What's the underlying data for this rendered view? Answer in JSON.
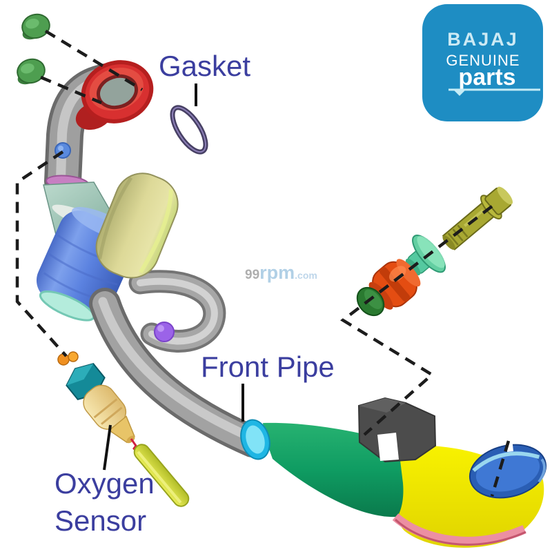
{
  "labels": {
    "gasket": "Gasket",
    "front_pipe": "Front Pipe",
    "oxygen_sensor_line1": "Oxygen",
    "oxygen_sensor_line2": "Sensor",
    "text_color": "#3b3e9f"
  },
  "watermark": {
    "num": "99",
    "name": "rpm",
    "tld": ".com",
    "num_color": "#a6a6a6",
    "name_color": "#a9cbe4",
    "tld_color": "#b7d2e8"
  },
  "logo": {
    "brand": "BAJAJ",
    "line1": "GENUINE",
    "line2": "parts",
    "background": "#1e8dc3",
    "brand_color": "#cdeaf4",
    "text_color": "#ffffff",
    "underline_color": "#c5ecf6"
  },
  "components": [
    {
      "name": "mounting-cap",
      "color": "#4e9e50"
    },
    {
      "name": "exhaust-flange-clamp",
      "color": "#c62828"
    },
    {
      "name": "gasket-ring",
      "color": "#474064"
    },
    {
      "name": "header-pipe",
      "color": "#9f9f9f"
    },
    {
      "name": "sensor-boss-blue",
      "color": "#5a8ade"
    },
    {
      "name": "pipe-collar-pink",
      "color": "#c77fc2"
    },
    {
      "name": "catalytic-converter",
      "color": "#5b82e0"
    },
    {
      "name": "heat-shield",
      "color": "#d6d492"
    },
    {
      "name": "resonator-loop",
      "color": "#a6a6a6"
    },
    {
      "name": "boss-plug-purple",
      "color": "#9b63e8"
    },
    {
      "name": "front-pipe-collar-cyan",
      "color": "#1fb6e4"
    },
    {
      "name": "muffler-inlet-green",
      "color": "#0f9c62"
    },
    {
      "name": "muffler-elbow-yellow",
      "color": "#f2ea00"
    },
    {
      "name": "muffler-seam-pink",
      "color": "#ec8fa2"
    },
    {
      "name": "muffler-end-collar-blue",
      "color": "#2a5eb4"
    },
    {
      "name": "mounting-bracket",
      "color": "#4c4c4c"
    },
    {
      "name": "hanger-bolt",
      "color": "#a8a832"
    },
    {
      "name": "bolt-bushing-teal",
      "color": "#63cfa2"
    },
    {
      "name": "rubber-damper-orange",
      "color": "#e44d12"
    },
    {
      "name": "hanger-nut-green",
      "color": "#2a7a30"
    },
    {
      "name": "oxygen-sensor-body",
      "color": "#f0d78a"
    },
    {
      "name": "sensor-cable",
      "color": "#dce040"
    }
  ]
}
